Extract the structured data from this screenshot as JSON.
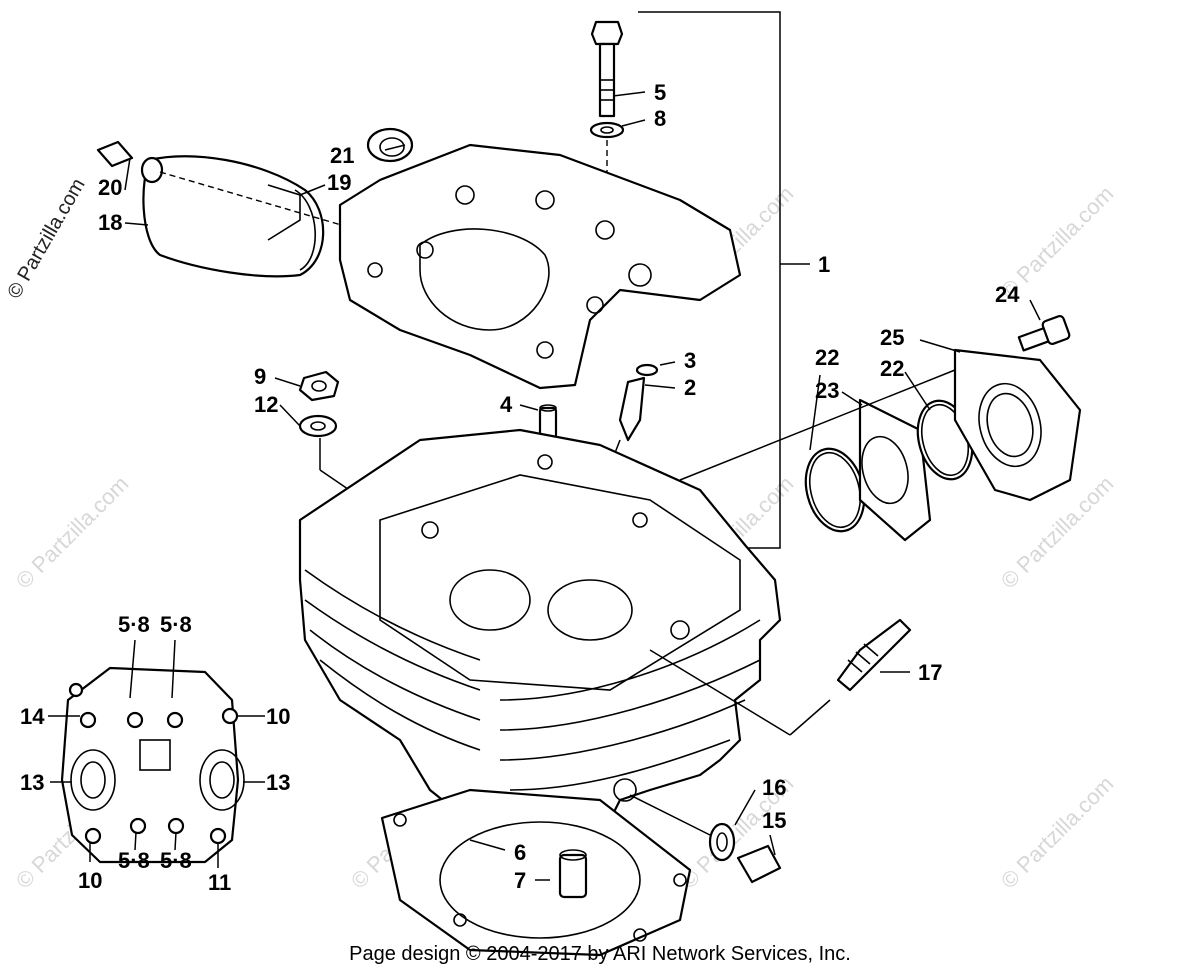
{
  "diagram": {
    "callouts": {
      "c1": "1",
      "c2": "2",
      "c3": "3",
      "c4": "4",
      "c5": "5",
      "c6": "6",
      "c7": "7",
      "c8": "8",
      "c9": "9",
      "c12": "12",
      "c15": "15",
      "c16": "16",
      "c17": "17",
      "c18": "18",
      "c19": "19",
      "c20": "20",
      "c21": "21",
      "c22a": "22",
      "c22b": "22",
      "c23": "23",
      "c24": "24",
      "c25": "25"
    },
    "inset_callouts": {
      "i58a": "5·8",
      "i58b": "5·8",
      "i58c": "5·8",
      "i58d": "5·8",
      "i14": "14",
      "i10a": "10",
      "i13a": "13",
      "i13b": "13",
      "i10b": "10",
      "i11": "11"
    },
    "watermark_side": "© Partzilla.com",
    "watermark": "© Partzilla.com",
    "footer": "Page design © 2004-2017 by ARI Network Services, Inc."
  }
}
